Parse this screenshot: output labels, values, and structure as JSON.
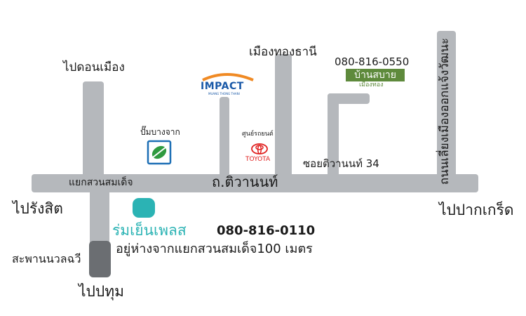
{
  "colors": {
    "road": "#b5b8bc",
    "bridge": "#6b6e72",
    "teal": "#2bb3b4",
    "impact_blue": "#1b5aa8",
    "impact_orange": "#f08a24",
    "ptt_blue": "#1d6fb5",
    "ptt_green": "#2f9a3f",
    "toyota_red": "#e0201f",
    "green_badge": "#5e8a3c",
    "text": "#1a1a1a"
  },
  "labels": {
    "north_left": "ไปดอนเมือง",
    "north_center": "เมืองทองธานี",
    "west": "ไปรังสิต",
    "east": "ไปปากเกร็ด",
    "south": "ไปปทุม",
    "bridge": "สะพานนวลฉวี",
    "intersection": "แยกสวนสมเด็จ",
    "main_road": "ถ.ติวานนท์",
    "soi": "ซอยติวานนท์ 34",
    "right_road": "ถนนเลี่ยงเมืองออกแจ้งวัฒนะ"
  },
  "landmarks": {
    "impact": {
      "name": "IMPACT",
      "sub": "MUANG THONG THANI",
      "icon": "impact-logo-icon"
    },
    "ptt": {
      "name": "ปั๊มบางจาก",
      "icon": "bangchak-logo-icon"
    },
    "toyota": {
      "name": "ศูนย์รถยนต์",
      "brand": "TOYOTA",
      "icon": "toyota-logo-icon"
    },
    "ban_sabai": {
      "phone": "080-816-0550",
      "name": "บ้านสบาย",
      "sub": "เมืองทอง"
    }
  },
  "destination": {
    "name": "ร่มเย็นเพลส",
    "phone": "080-816-0110",
    "distance": "อยู่ห่างจากแยกสวนสมเด็จ100  เมตร",
    "icon": "location-marker-icon"
  }
}
